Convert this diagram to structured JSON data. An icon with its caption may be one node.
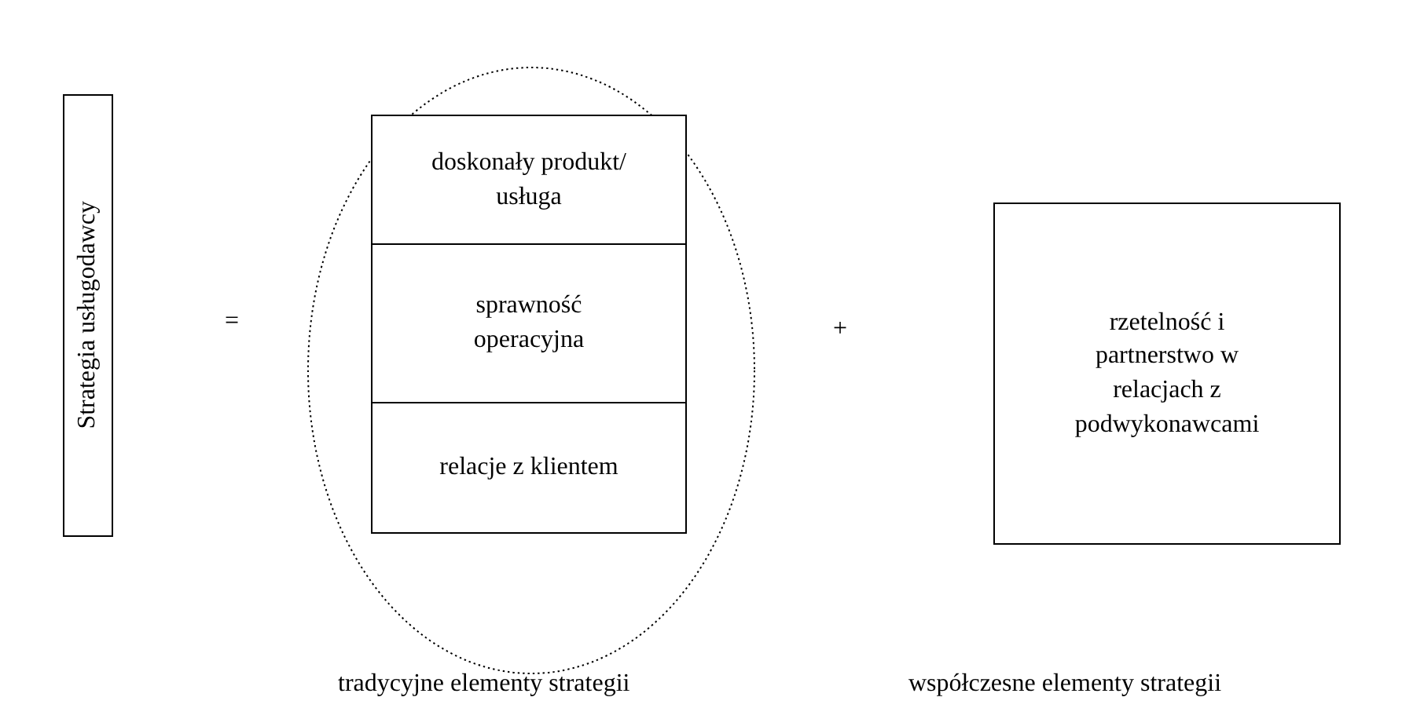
{
  "diagram": {
    "nodes": [
      {
        "text": [
          "Strategia usługodawcy"
        ]
      },
      {
        "text": [],
        "shape": "ellipse"
      },
      {
        "text": [
          "doskonały produkt/ usługa"
        ],
        "in": 1
      },
      {
        "text": [
          "sprawność operacyjna"
        ],
        "in": 1
      },
      {
        "text": [
          "relacje z klientem"
        ],
        "in": 1
      },
      {
        "text": [
          "rzetelność i partnerstwo w relacjach z podwykonawcami"
        ]
      }
    ],
    "edges": [],
    "labels": [
      "=",
      "+",
      "tradycyjne elementy strategii",
      "współczesne elementy strategii"
    ]
  }
}
